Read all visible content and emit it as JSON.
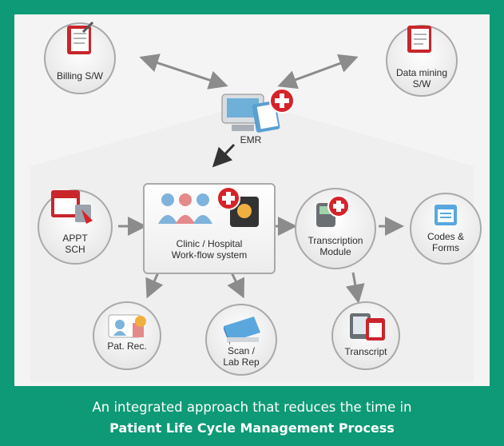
{
  "diagram": {
    "nodes": {
      "billing": "Billing S/W",
      "datamining_1": "Data mining",
      "datamining_2": "S/W",
      "emr": "EMR",
      "appt_1": "APPT",
      "appt_2": "SCH",
      "clinic_1": "Clinic / Hospital",
      "clinic_2": "Work-flow system",
      "transcription_1": "Transcription",
      "transcription_2": "Module",
      "codes_1": "Codes &",
      "codes_2": "Forms",
      "patrec": "Pat. Rec.",
      "scan_1": "Scan /",
      "scan_2": "Lab Rep",
      "transcript": "Transcript"
    }
  },
  "caption": {
    "line1": "An integrated approach that reduces the time in",
    "line2": "Patient Life Cycle Management Process"
  },
  "colors": {
    "frame": "#0e9a76",
    "panel": "#f4f4f4",
    "red_cross": "#d6232a",
    "arrow": "#8c8c8c"
  }
}
